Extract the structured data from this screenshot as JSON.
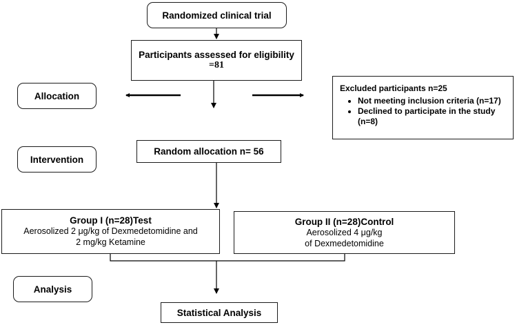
{
  "flow": {
    "trial": "Randomized clinical trial",
    "eligibility": {
      "line1": "Participants assessed for eligibility",
      "line2": "=81"
    },
    "excluded": {
      "title": "Excluded participants n=25",
      "items": [
        "Not meeting inclusion criteria (n=17)",
        "Declined to participate in the study (n=8)"
      ]
    },
    "random_allocation": "Random allocation n= 56",
    "group1": {
      "title": "Group I (n=28)Test",
      "line1": "Aerosolized 2 μg/kg of Dexmedetomidine and",
      "line2": "2 mg/kg  Ketamine"
    },
    "group2": {
      "title": "Group II (n=28)Control",
      "line1": "Aerosolized 4 μg/kg",
      "line2": "of Dexmedetomidine"
    },
    "statistical": "Statistical Analysis"
  },
  "stages": {
    "allocation": "Allocation",
    "intervention": "Intervention",
    "analysis": "Analysis"
  }
}
